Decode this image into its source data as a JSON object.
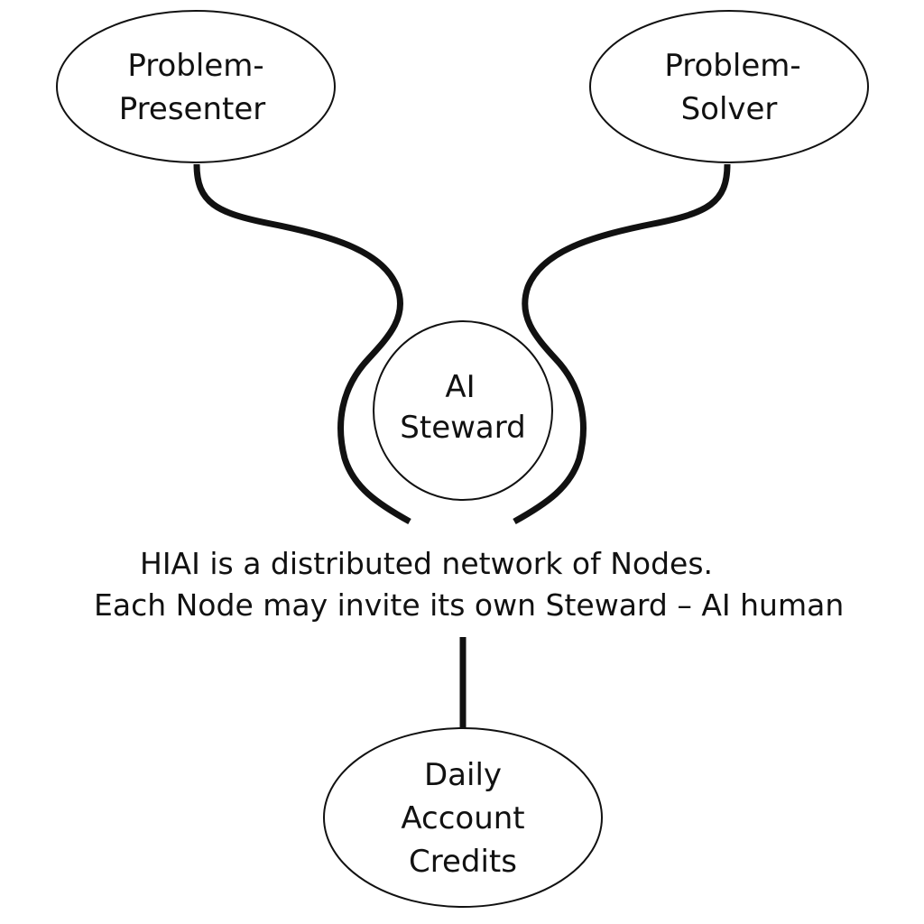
{
  "nodes": {
    "presenter": {
      "line1": "Problem-",
      "line2": "Presenter"
    },
    "solver": {
      "line1": "Problem-",
      "line2": "Solver"
    },
    "steward": {
      "line1": "AI",
      "line2": "Steward"
    },
    "credits": {
      "line1": "Daily",
      "line2": "Account",
      "line3": "Credits"
    }
  },
  "caption": {
    "line1": "HIAI is a distributed network of Nodes.",
    "line2": "Each Node may invite its own Steward – AI human"
  }
}
